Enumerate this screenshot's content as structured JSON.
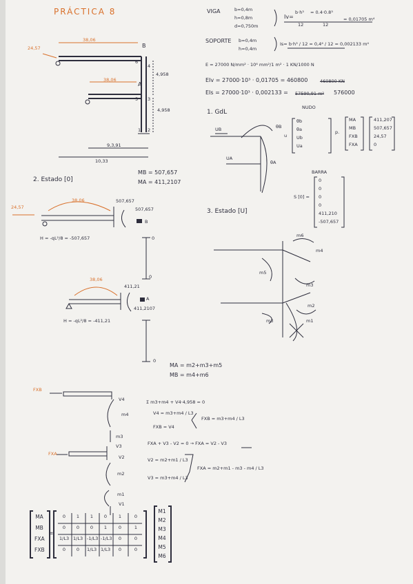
{
  "page": {
    "title": "PRÁCTICA 8"
  },
  "frame": {
    "load_top": "24,57",
    "beam_top": "38,06",
    "beam_mid": "38,06",
    "node_b": "B",
    "node_a": "A",
    "h_top": "4,958",
    "h_bot": "4,958",
    "span_inner": "9,3,91",
    "span_total": "10,33",
    "m6": "6",
    "m4": "4",
    "m5": "5",
    "m3": "3",
    "m2": "2",
    "m1": "1"
  },
  "props": {
    "viga_label": "VIGA",
    "viga_b": "b=0,4m",
    "viga_h": "h=0,8m",
    "viga_d": "d=0,750m",
    "iv_formula_lhs": "Iv=",
    "iv_formula_frac_top": "b·h³",
    "iv_formula_frac_bot": "12",
    "iv_formula_eq": "= 0.4·0.8³",
    "iv_formula_eq_bot": "12",
    "iv_formula_res": "= 0,01705 m⁴",
    "soporte_label": "SOPORTE",
    "soporte_b": "b=0,4m",
    "soporte_h": "h=0,4m",
    "is_formula": "Is= b·h³ / 12 = 0,4⁴ / 12 = 0,002133 m⁴",
    "e_line": "E = 27000 N/mm² · 10⁶ mm²/1 m² · 1 KN/1000 N",
    "eiv_line": "EIv = 27000·10³ · 0,01705 = 460800",
    "eiv_strike": "460800 KN",
    "eis_line": "EIs = 27000·10³ · 0,002133 =",
    "eis_strike": "57590,91 m²",
    "eis_res": "576000",
    "gdl_title": "1. GdL",
    "nudo_label": "NUDO",
    "vec_u": [
      "θb",
      "θa",
      "Ub",
      "Ua"
    ],
    "vec_rho_label": "u",
    "vec_p_label": "p.",
    "vec_p": [
      "MA",
      "MB",
      "FXB",
      "FXA"
    ],
    "vec_p_vals": [
      "411,207",
      "507,657",
      "24,57",
      "0"
    ],
    "barra_label": "BARRA",
    "s0_label": "S [0] =",
    "s0_vals": [
      "0",
      "0",
      "0",
      "0",
      "411,210",
      "-507,657"
    ],
    "ub_label": "UB",
    "ua_label": "UA",
    "thb_label": "θB",
    "tha_label": "θA"
  },
  "estado0": {
    "title": "2. Estado [0]",
    "mb": "MB = 507,657",
    "ma": "MA = 411,2107",
    "load_left": "24,57",
    "load_q": "38,06",
    "moment_b": "507,657",
    "moment_b2": "507,657",
    "label_b": "B",
    "formula_b": "H = -qL²/8 = -507,657",
    "load_q2": "38,06",
    "moment_a": "411,21",
    "moment_a2": "411,2107",
    "label_a": "A",
    "formula_a": "H = -qL²/8 = -411,21",
    "col_zero_top": "0",
    "col_zero_mid": "0",
    "col_zero_low": "0"
  },
  "estado_u": {
    "title": "3. Estado [U]",
    "m1": "m1",
    "m2": "m2",
    "m3": "m3",
    "m4": "m4",
    "m5": "m5",
    "m6": "m6",
    "ma_eq": "MA = m2+m3+m5",
    "mb_eq": "MB = m4+m6"
  },
  "shear": {
    "fxb": "FXB",
    "fxa": "FXA",
    "v4": "V4",
    "v3": "V3",
    "v2": "V2",
    "v1": "V1",
    "m4": "m4",
    "m3": "m3",
    "m2": "m2",
    "m1": "m1",
    "eq1": "Σ  m3+m4 + V4·4,958 = 0",
    "eq2": "V4 = m3+m4 / L3",
    "eq3": "FXB = V4",
    "eq4": "FXB = m3+m4 / L3",
    "eq5": "FXA + V3 - V2 = 0 → FXA = V2 - V3",
    "eq6": "V2 = m2+m1 / L3",
    "eq7": "V3 = m3+m4 / L3",
    "eq8": "FXA = m2+m1 - m3 - m4 / L3"
  },
  "matrix": {
    "lhs": [
      "MA",
      "MB",
      "FXA",
      "FXB"
    ],
    "rows": [
      [
        "0",
        "1",
        "1",
        "0",
        "1",
        "0"
      ],
      [
        "0",
        "0",
        "0",
        "1",
        "0",
        "1"
      ],
      [
        "1/L3",
        "1/L3",
        "-1/L3",
        "-1/L3",
        "0",
        "0"
      ],
      [
        "0",
        "0",
        "1/L3",
        "1/L3",
        "0",
        "0"
      ]
    ],
    "rhs": [
      "M1",
      "M2",
      "M3",
      "M4",
      "M5",
      "M6"
    ]
  }
}
